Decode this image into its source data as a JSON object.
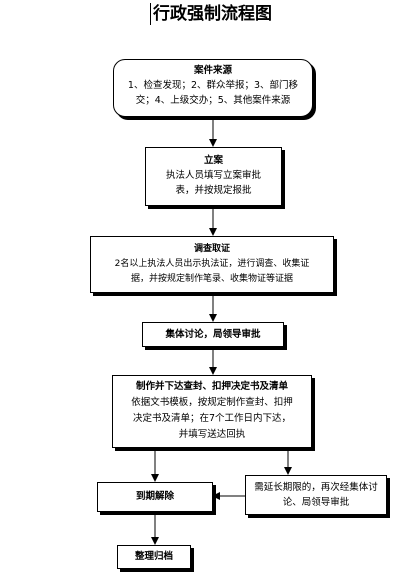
{
  "title": "行政强制流程图",
  "nodes": {
    "source": {
      "heading": "案件来源",
      "line1": "1、检查发现；2、群众举报；3、部门移",
      "line2": "交；4、上级交办；5、其他案件来源"
    },
    "filing": {
      "heading": "立案",
      "line1": "执法人员填写立案审批",
      "line2": "表，并按规定报批"
    },
    "investigate": {
      "heading": "调查取证",
      "line1": "2名以上执法人员出示执法证，进行调查、收集证",
      "line2": "据，并按规定制作笔录、收集物证等证据"
    },
    "discuss": {
      "heading": "集体讨论，局领导审批"
    },
    "decision": {
      "heading": "制作并下达查封、扣押决定书及清单",
      "line1": "依据文书模板，按规定制作查封、扣押",
      "line2": "决定书及清单；在7个工作日内下达，",
      "line3": "并填写送达回执"
    },
    "expire": {
      "heading": "到期解除"
    },
    "extend": {
      "line1": "需延长期限的，再次经集体讨",
      "line2": "论、局领导审批"
    },
    "archive": {
      "heading": "整理归档"
    }
  }
}
